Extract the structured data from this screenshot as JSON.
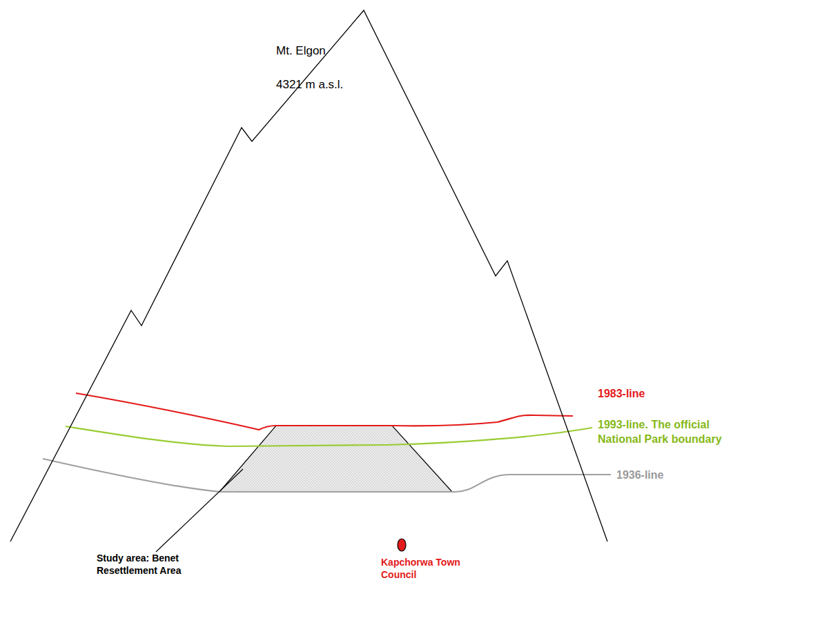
{
  "diagram": {
    "nodes": [
      {
        "text": [
          "Mt. Elgon",
          "4321 m a.s.l."
        ]
      }
    ],
    "labels": [
      "1983-line",
      "1993-line. The official National Park boundary",
      "1936-line",
      "Study area: Benet Resettlement Area",
      "Kapchorwa Town Council"
    ]
  }
}
